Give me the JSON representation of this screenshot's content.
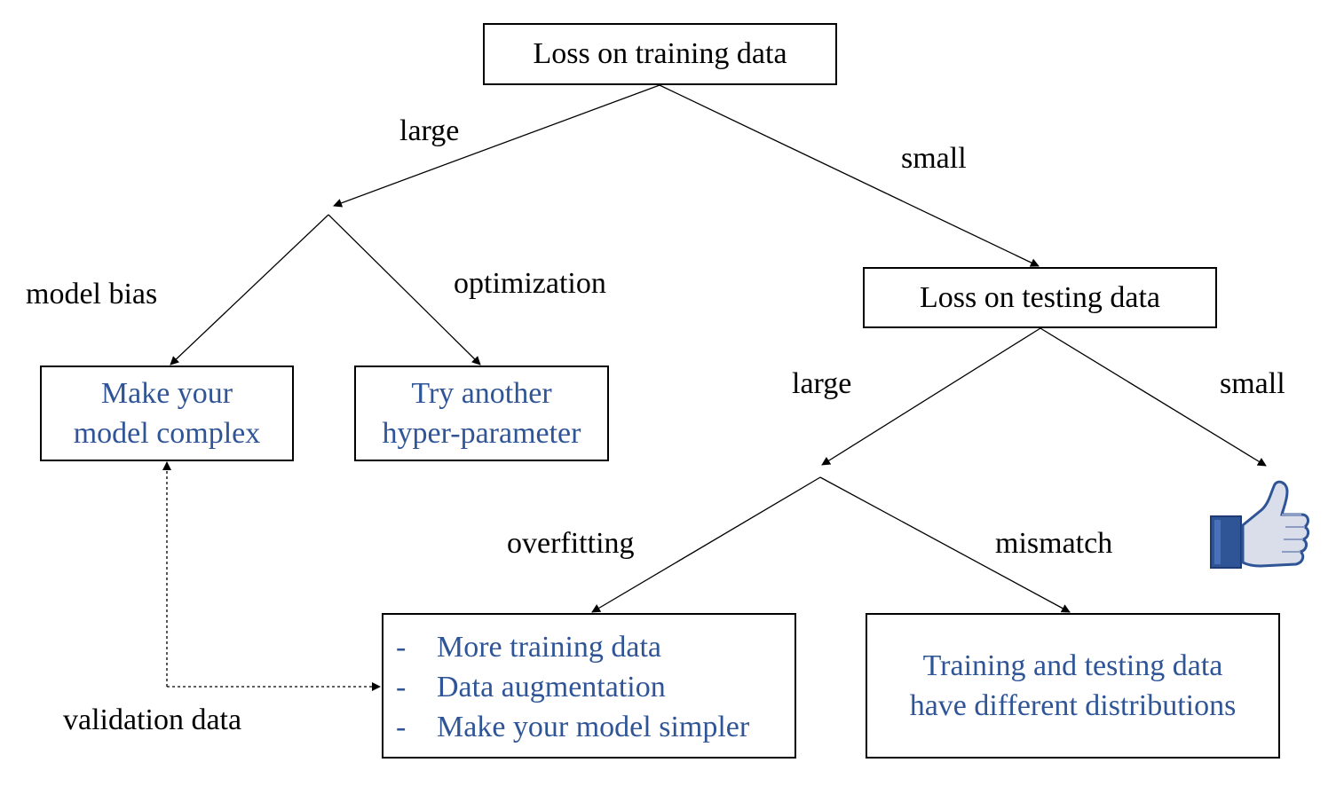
{
  "colors": {
    "line": "#000000",
    "action_text": "#2F5597",
    "thumb_sleeve": "#2F5597",
    "thumb_hand": "#D9DEEA"
  },
  "nodes": {
    "training_loss": "Loss on training data",
    "testing_loss": "Loss on testing data",
    "model_complex": [
      "Make your",
      "model complex"
    ],
    "hyper_parameter": [
      "Try another",
      "hyper-parameter"
    ],
    "overfitting_fixes": {
      "bullet": "-",
      "items": [
        "More training data",
        "Data augmentation",
        "Make your model simpler"
      ]
    },
    "mismatch": [
      "Training and testing data",
      "have different distributions"
    ],
    "good_result_icon": "thumbs-up-icon"
  },
  "edge_labels": {
    "training_large": "large",
    "training_small": "small",
    "model_bias": "model bias",
    "optimization": "optimization",
    "testing_large": "large",
    "testing_small": "small",
    "overfitting": "overfitting",
    "mismatch": "mismatch",
    "validation_data": "validation data"
  }
}
